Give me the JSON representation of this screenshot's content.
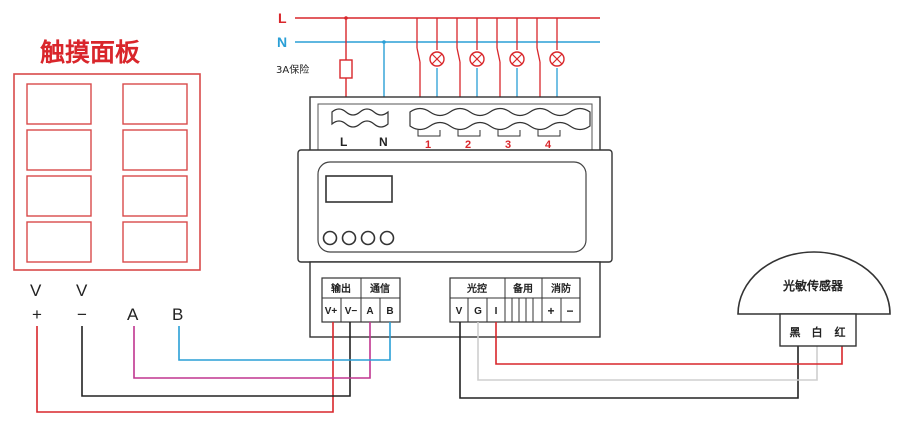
{
  "touch_panel": {
    "title": "触摸面板",
    "supply_v_pos": "V",
    "supply_v_neg": "V",
    "plus": "+",
    "minus": "−",
    "comm_a": "A",
    "comm_b": "B"
  },
  "mains": {
    "live": "L",
    "neutral": "N",
    "fuse_label": "3A保险"
  },
  "module": {
    "term_l": "L",
    "term_n": "N",
    "channels": [
      "1",
      "2",
      "3",
      "4"
    ],
    "output_header": "输出",
    "comm_header": "通信",
    "output_terms": [
      "V+",
      "V−",
      "A",
      "B"
    ],
    "light_header": "光控",
    "spare_header": "备用",
    "fire_header": "消防",
    "light_terms": [
      "V",
      "G",
      "I"
    ],
    "fire_terms": [
      "+",
      "−"
    ]
  },
  "sensor": {
    "title": "光敏传感器",
    "wires": [
      "黑",
      "白",
      "红"
    ]
  },
  "colors": {
    "live_red": "#d9262b",
    "neutral_blue": "#2a9fd6",
    "pink": "#c0358f",
    "black_wire": "#222222",
    "panel_frame": "#d84a4a"
  }
}
